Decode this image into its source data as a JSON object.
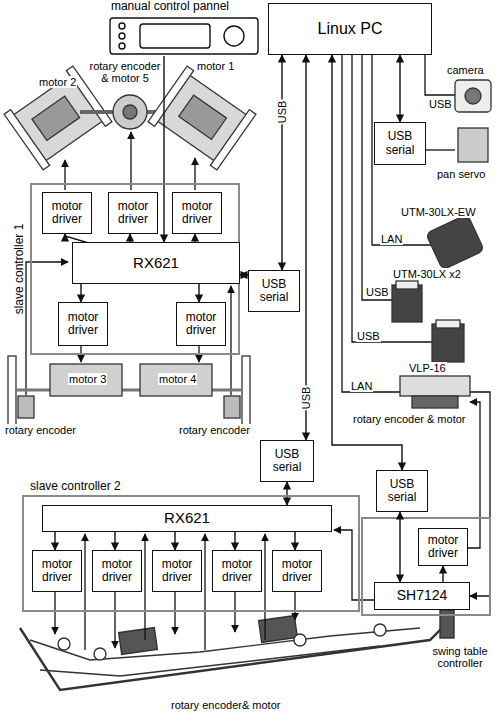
{
  "diagram": {
    "nodes": [
      {
        "text": [
          "manual control pannel"
        ]
      },
      {
        "text": [
          "Linux PC"
        ]
      },
      {
        "text": [
          "slave controller 1"
        ]
      },
      {
        "text": [
          "motor driver"
        ],
        "in": 2
      },
      {
        "text": [
          "motor driver"
        ],
        "in": 2
      },
      {
        "text": [
          "motor driver"
        ],
        "in": 2
      },
      {
        "text": [
          "RX621"
        ],
        "in": 2
      },
      {
        "text": [
          "USB serial"
        ],
        "in": 2
      },
      {
        "text": [
          "motor driver"
        ],
        "in": 2
      },
      {
        "text": [
          "motor driver"
        ],
        "in": 2
      },
      {
        "text": [
          "USB serial"
        ]
      },
      {
        "text": [
          "slave controller 2"
        ]
      },
      {
        "text": [
          "RX621"
        ],
        "in": 11
      },
      {
        "text": [
          "motor driver"
        ],
        "in": 11
      },
      {
        "text": [
          "motor driver"
        ],
        "in": 11
      },
      {
        "text": [
          "motor driver"
        ],
        "in": 11
      },
      {
        "text": [
          "motor driver"
        ],
        "in": 11
      },
      {
        "text": [
          "motor driver"
        ],
        "in": 11
      },
      {
        "text": [
          "USB serial"
        ]
      },
      {
        "text": [
          "USB serial"
        ]
      },
      {
        "text": [
          "SH7124"
        ]
      },
      {
        "text": [
          "motor driver"
        ]
      }
    ],
    "edges": [
      {
        "from": 0,
        "to": 6,
        "arrow": "to"
      },
      {
        "from": 1,
        "to": 7,
        "arrow": "both",
        "label": "USB"
      },
      {
        "from": 7,
        "to": 6,
        "arrow": "both"
      },
      {
        "from": 6,
        "to": 3,
        "arrow": "to"
      },
      {
        "from": 6,
        "to": 4,
        "arrow": "to"
      },
      {
        "from": 6,
        "to": 5,
        "arrow": "to"
      },
      {
        "from": 6,
        "to": 8,
        "arrow": "to"
      },
      {
        "from": 6,
        "to": 9,
        "arrow": "to"
      },
      {
        "from": 1,
        "to": 10,
        "arrow": "both",
        "label": "USB"
      },
      {
        "from": 10,
        "to": 12,
        "arrow": "both"
      },
      {
        "from": 12,
        "to": 13,
        "arrow": "to"
      },
      {
        "from": 12,
        "to": 14,
        "arrow": "to"
      },
      {
        "from": 12,
        "to": 15,
        "arrow": "to"
      },
      {
        "from": 12,
        "to": 16,
        "arrow": "to"
      },
      {
        "from": 12,
        "to": 17,
        "arrow": "to"
      },
      {
        "from": 1,
        "to": 18,
        "arrow": "both"
      },
      {
        "from": 1,
        "to": 19,
        "arrow": "both"
      },
      {
        "from": 19,
        "to": 20,
        "arrow": "both"
      },
      {
        "from": 20,
        "to": 21,
        "arrow": "to"
      }
    ],
    "labels": [
      "motor 2",
      "rotary encoder & motor 5",
      "motor 1",
      "camera",
      "USB",
      "pan servo",
      "UTM-30LX-EW",
      "LAN",
      "UTM-30LX x2",
      "USB",
      "USB",
      "motor 3",
      "motor 4",
      "rotary encoder",
      "rotary encoder",
      "VLP-16",
      "LAN",
      "rotary encoder & motor",
      "swing table controller",
      "rotary encoder& motor"
    ]
  }
}
